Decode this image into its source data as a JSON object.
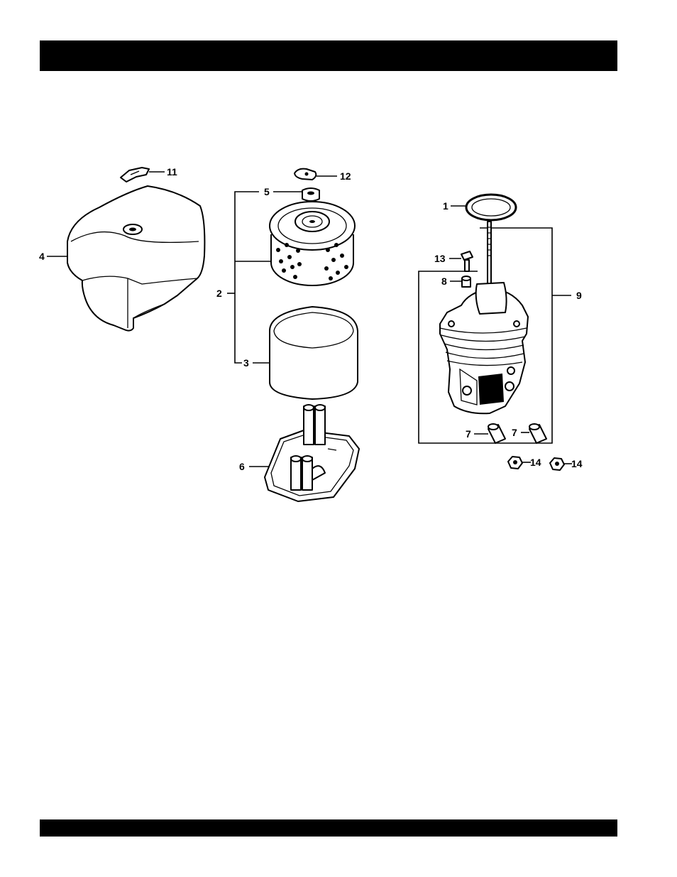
{
  "header": {
    "title": ""
  },
  "footer": {
    "text": ""
  },
  "callouts": {
    "c1": "1",
    "c2": "2",
    "c3": "3",
    "c4": "4",
    "c5": "5",
    "c6": "6",
    "c7a": "7",
    "c7b": "7",
    "c8": "8",
    "c9": "9",
    "c11": "11",
    "c12": "12",
    "c13": "13",
    "c14a": "14",
    "c14b": "14"
  }
}
